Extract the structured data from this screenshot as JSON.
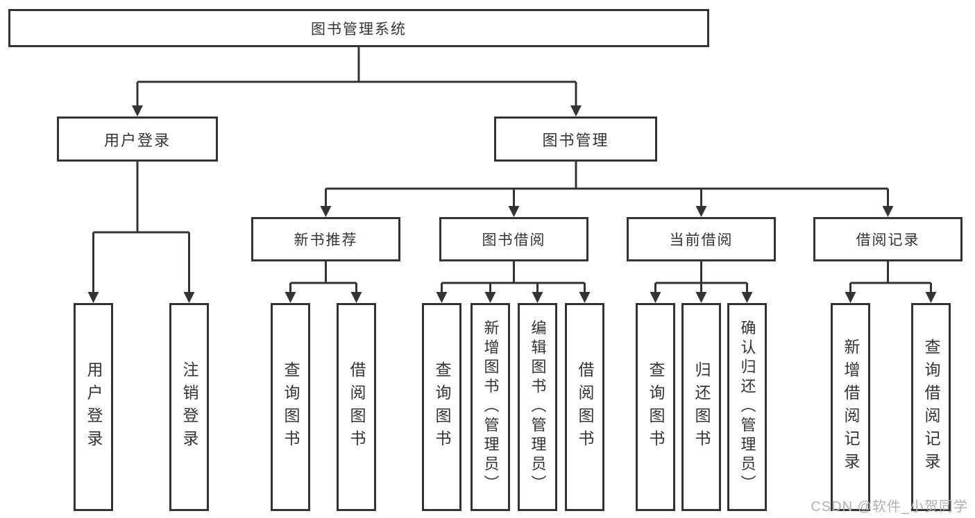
{
  "diagram": {
    "root": {
      "label": "图书管理系统"
    },
    "user_login": {
      "label": "用户登录",
      "leaves": [
        "用户登录",
        "注销登录"
      ]
    },
    "book_mgmt": {
      "label": "图书管理",
      "groups": [
        {
          "label": "新书推荐",
          "leaves": [
            "查询图书",
            "借阅图书"
          ]
        },
        {
          "label": "图书借阅",
          "leaves": [
            "查询图书",
            "新增图书（管理员）",
            "编辑图书（管理员）",
            "借阅图书"
          ]
        },
        {
          "label": "当前借阅",
          "leaves": [
            "查询图书",
            "归还图书",
            "确认归还（管理员）"
          ]
        },
        {
          "label": "借阅记录",
          "leaves": [
            "新增借阅记录",
            "查询借阅记录"
          ]
        }
      ]
    }
  },
  "watermark": "CSDN @软件_小贺同学",
  "colors": {
    "line": "#333333",
    "box_border": "#333333",
    "text": "#333333",
    "watermark_text": "#b0b0b0",
    "background": "#ffffff"
  }
}
